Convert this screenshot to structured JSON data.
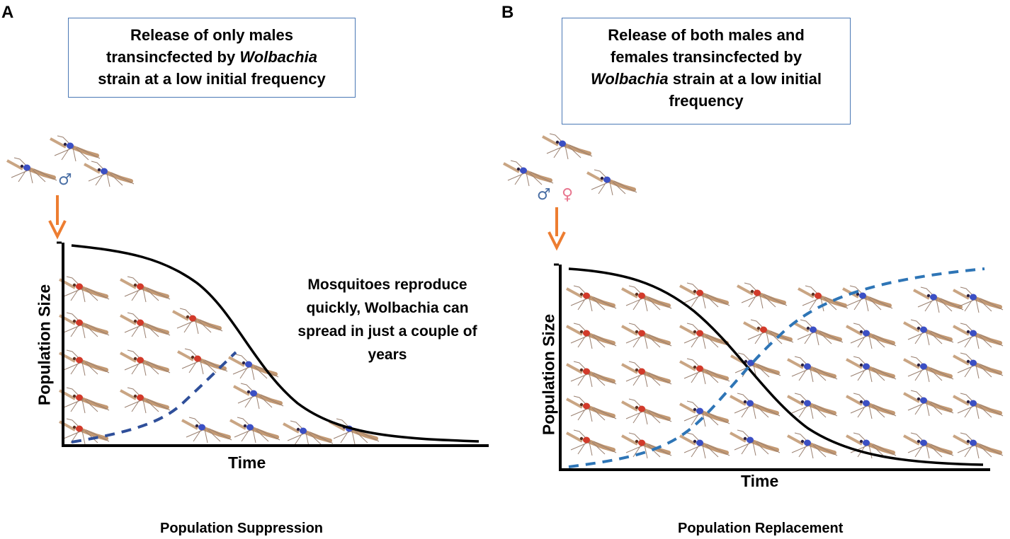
{
  "panels": [
    {
      "letter": "A",
      "box_lines": [
        "Release of only males",
        "transincfected  by ",
        "strain at a low initial frequency"
      ],
      "box_italic": "Wolbachia",
      "male_symbol": "♂",
      "ylabel": "Population Size",
      "xlabel": "Time",
      "note_lines": [
        "Mosquitoes reproduce",
        "quickly, Wolbachia can",
        "spread in just a couple of",
        "years"
      ],
      "caption": "Population Suppression"
    },
    {
      "letter": "B",
      "box_lines": [
        "Release of both males and",
        "females  transincfected  by",
        " strain at a low initial",
        "frequency"
      ],
      "box_italic": "Wolbachia",
      "male_symbol": "♂",
      "female_symbol": "♀",
      "ylabel": "Population Size",
      "xlabel": "Time",
      "caption": "Population Replacement"
    }
  ],
  "colors": {
    "box_border": "#4a78b5",
    "arrow": "#ed7d31",
    "wild_curve": "#000000",
    "wolbachia_curve_a": "#2f4f9a",
    "wolbachia_curve_b": "#2e75b6",
    "male_symbol": "#4a6fa5",
    "female_symbol": "#e8768f",
    "wild_mosquito_body": "#d23a2a",
    "infected_mosquito_body": "#3b4fc4",
    "mosquito_wing": "#b8875a"
  }
}
